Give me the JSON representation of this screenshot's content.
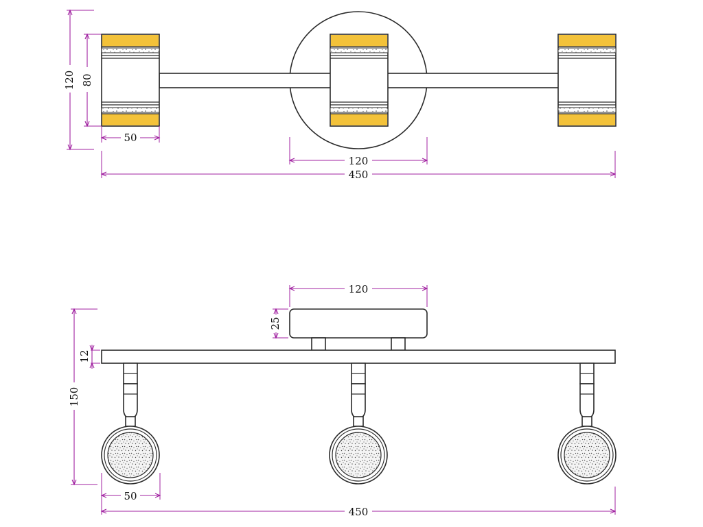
{
  "colors": {
    "dimension": "#a020a0",
    "outline": "#2a2a2a",
    "lens_amber": "#f3c23a",
    "crystal": "#b8b8b8"
  },
  "top_view": {
    "dims": {
      "overall_height": "120",
      "head_height": "80",
      "head_width": "50",
      "base_diameter": "120",
      "overall_length": "450"
    }
  },
  "side_view": {
    "dims": {
      "base_width": "120",
      "base_height": "25",
      "bar_thickness": "12",
      "overall_height": "150",
      "head_width": "50",
      "overall_length": "450"
    }
  }
}
